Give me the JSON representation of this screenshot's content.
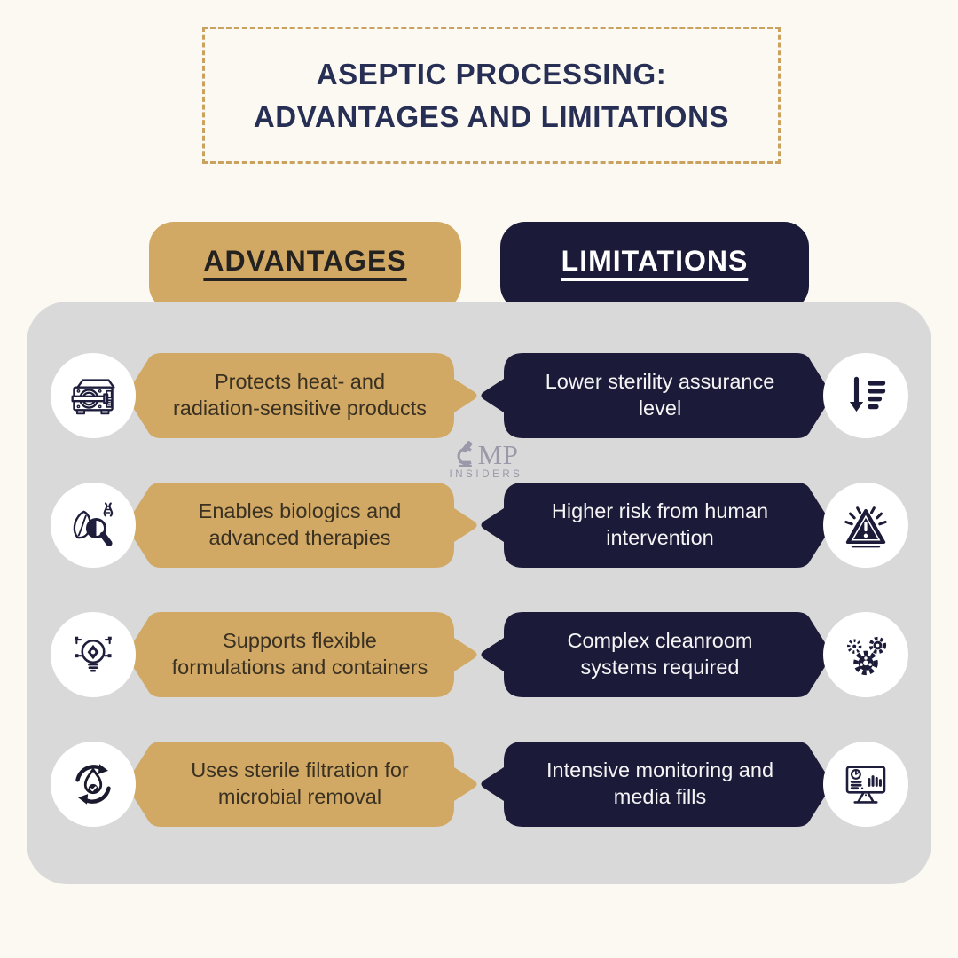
{
  "title": {
    "line1": "ASEPTIC PROCESSING:",
    "line2": "ADVANTAGES AND LIMITATIONS"
  },
  "headers": {
    "advantages": "ADVANTAGES",
    "limitations": "LIMITATIONS"
  },
  "watermark": {
    "brand_icon": "microscope-icon",
    "mp_text": "MP",
    "subtitle": "INSIDERS"
  },
  "rows": [
    {
      "advantage": {
        "line1": "Protects heat- and",
        "line2": "radiation-sensitive products",
        "icon": "autoclave-icon"
      },
      "limitation": {
        "line1": "Lower sterility assurance",
        "line2": "level",
        "icon": "sort-descending-icon"
      }
    },
    {
      "advantage": {
        "line1": "Enables biologics and",
        "line2": "advanced therapies",
        "icon": "biologics-magnifier-icon"
      },
      "limitation": {
        "line1": "Higher risk from human",
        "line2": "intervention",
        "icon": "warning-triangle-icon"
      }
    },
    {
      "advantage": {
        "line1": "Supports flexible",
        "line2": "formulations and containers",
        "icon": "smart-bulb-icon"
      },
      "limitation": {
        "line1": "Complex cleanroom",
        "line2": "systems required",
        "icon": "gears-icon"
      }
    },
    {
      "advantage": {
        "line1": "Uses sterile filtration for",
        "line2": "microbial removal",
        "icon": "filtration-recycle-icon"
      },
      "limitation": {
        "line1": "Intensive monitoring and",
        "line2": "media fills",
        "icon": "monitoring-dashboard-icon"
      }
    }
  ],
  "colors": {
    "background": "#fcf9f2",
    "panel_gray": "#d9d9d9",
    "gold": "#d1a964",
    "navy": "#1b1b39",
    "title_navy": "#272f55",
    "dashed_border_tan": "#c9a25f",
    "advantage_text": "#3a3122",
    "limitation_text": "#f4f4f4",
    "watermark_gray": "#9a98a9"
  }
}
